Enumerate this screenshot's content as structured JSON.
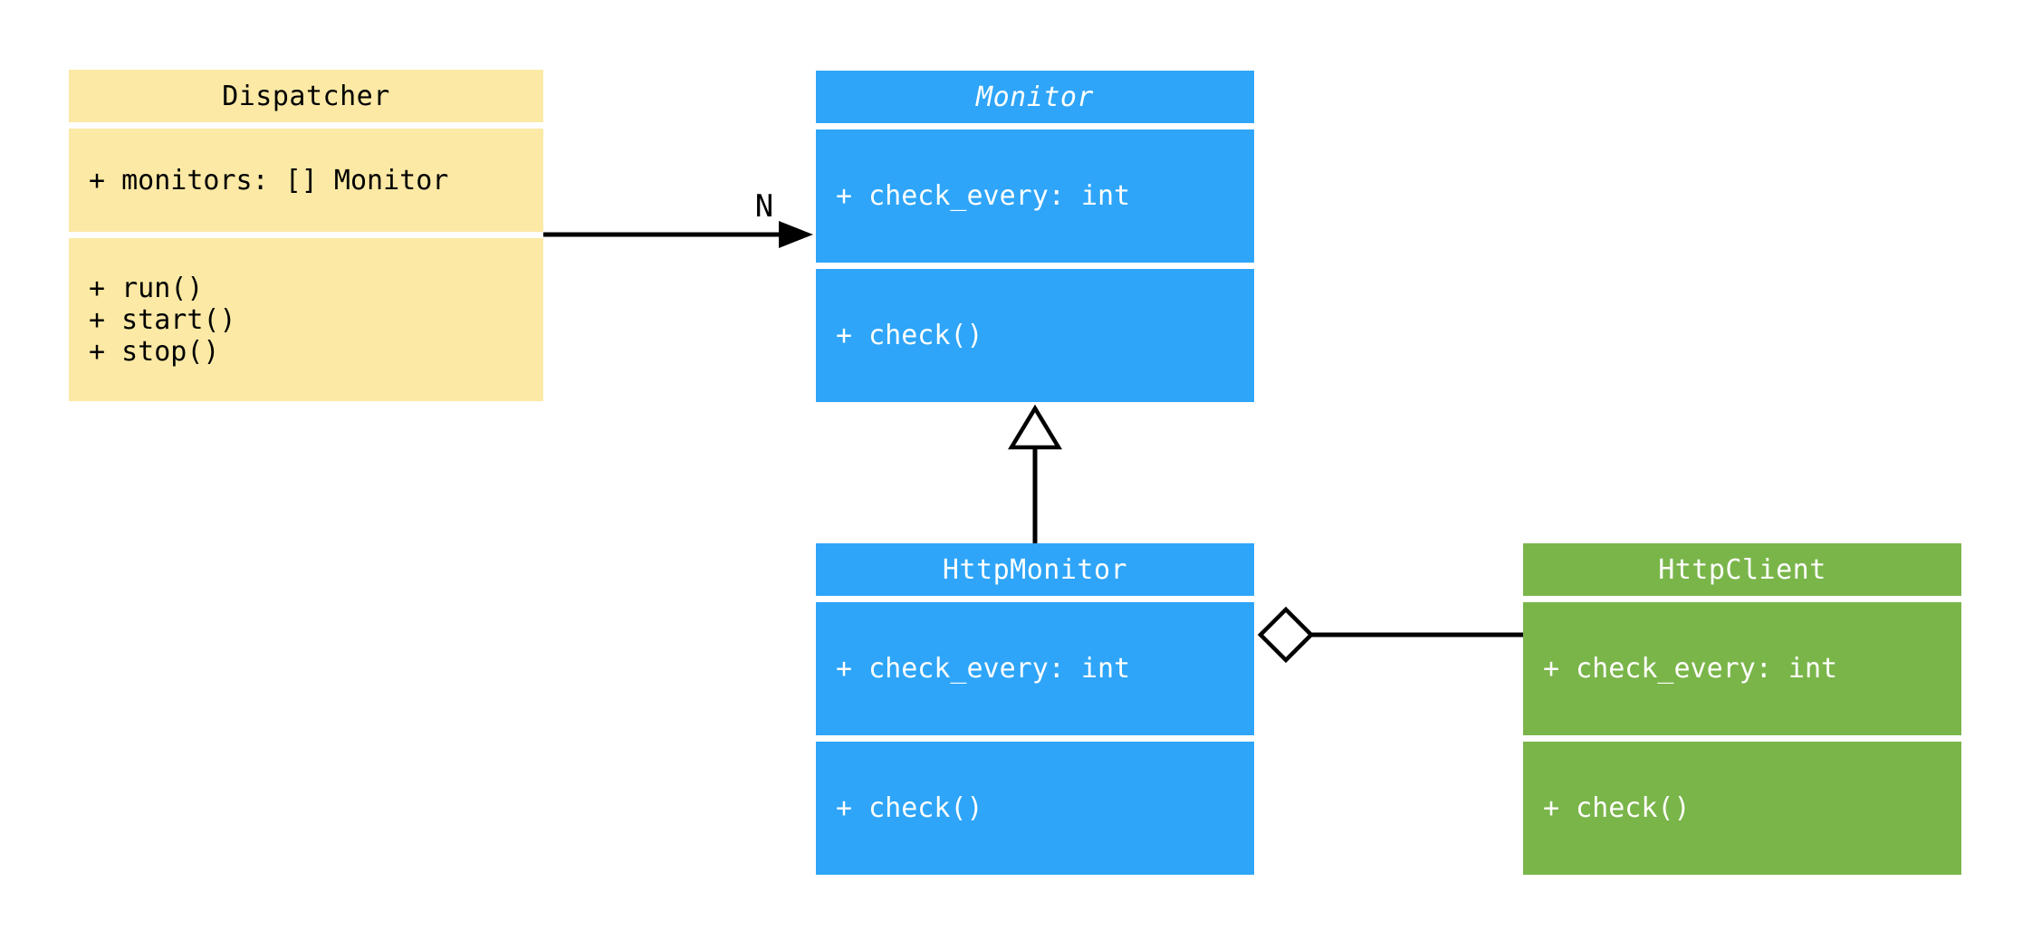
{
  "canvas": {
    "background": "#FFFFFF",
    "line_color": "#000000"
  },
  "classes": [
    {
      "name": "Dispatcher",
      "abstract": false,
      "fill_color": "#FBE9A5",
      "text_color": "#000000",
      "attributes": [
        "+ monitors: [] Monitor"
      ],
      "methods": [
        "+ run()",
        "+ start()",
        "+ stop()"
      ]
    },
    {
      "name": "Monitor",
      "abstract": true,
      "fill_color": "#2EA5F8",
      "text_color": "#FFFFFF",
      "attributes": [
        "+ check_every: int"
      ],
      "methods": [
        "+ check()"
      ]
    },
    {
      "name": "HttpMonitor",
      "abstract": false,
      "fill_color": "#2EA5F8",
      "text_color": "#FFFFFF",
      "attributes": [
        "+ check_every: int"
      ],
      "methods": [
        "+ check()"
      ]
    },
    {
      "name": "HttpClient",
      "abstract": false,
      "fill_color": "#7AB54A",
      "text_color": "#FFFFFF",
      "attributes": [
        "+ check_every: int"
      ],
      "methods": [
        "+ check()"
      ]
    }
  ],
  "relationships": [
    {
      "type": "association",
      "from": "Dispatcher",
      "to": "Monitor",
      "multiplicity_label": "N"
    },
    {
      "type": "inheritance",
      "from": "HttpMonitor",
      "to": "Monitor"
    },
    {
      "type": "aggregation",
      "from": "HttpMonitor",
      "to": "HttpClient"
    }
  ]
}
